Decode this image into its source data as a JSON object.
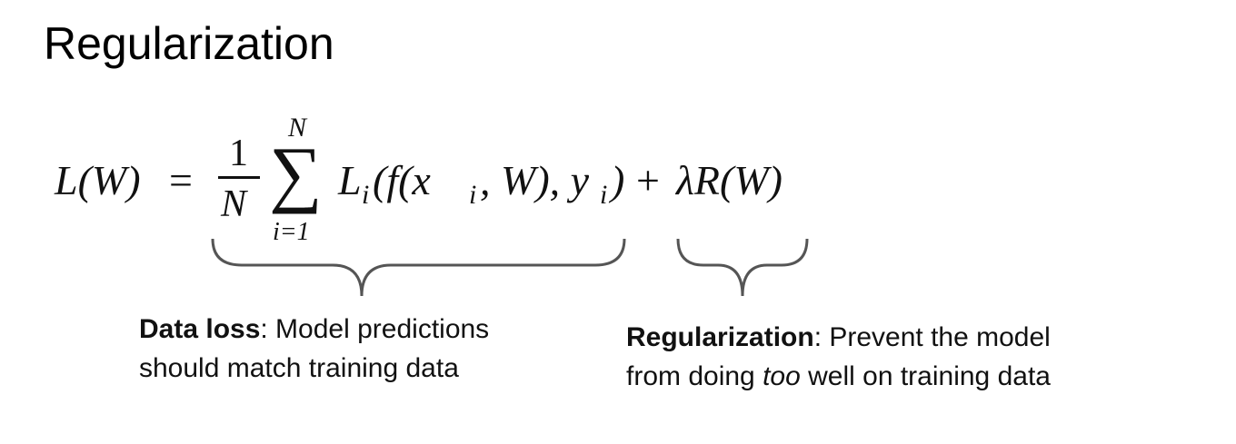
{
  "title": "Regularization",
  "formula": {
    "lhs": "L(W)",
    "equals": "=",
    "frac_num": "1",
    "frac_den": "N",
    "sum_symbol": "∑",
    "sum_upper": "N",
    "sum_lower": "i=1",
    "data_term": "L",
    "data_term_sub": "i",
    "data_term_args_open": "(f(x",
    "x_sub": "i",
    "data_term_args_mid": ", W), y",
    "y_sub": "i",
    "data_term_args_close": ")",
    "plus": "+",
    "reg_term": "λR(W)"
  },
  "annotations": {
    "data_loss": {
      "term": "Data loss",
      "text_1": ": Model predictions",
      "text_2": "should match training data"
    },
    "regularization": {
      "term": "Regularization",
      "text_1": ": Prevent the model",
      "text_2a": "from doing ",
      "text_2_emph": "too",
      "text_2b": " well on training data"
    }
  }
}
